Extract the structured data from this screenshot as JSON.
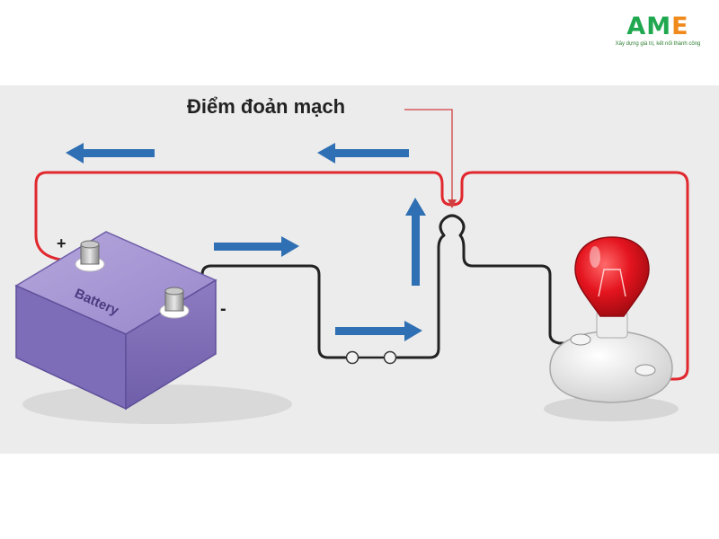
{
  "logo": {
    "text_a": "A",
    "text_m": "M",
    "text_e": "E",
    "tagline": "Xây dựng giá trị, kết nối thành công",
    "brand_green": "#1fa84f",
    "brand_orange": "#f08a1c"
  },
  "diagram": {
    "callout_label": "Điểm đoản mạch",
    "battery_label": "Battery",
    "plus_sign": "+",
    "minus_sign": "-",
    "colors": {
      "positive_wire": "#e0282e",
      "negative_wire": "#222222",
      "arrow": "#2f6fb3",
      "battery_body": "#8a76bf",
      "bulb_glass": "#e4141e",
      "panel_background": "#ececec"
    }
  }
}
